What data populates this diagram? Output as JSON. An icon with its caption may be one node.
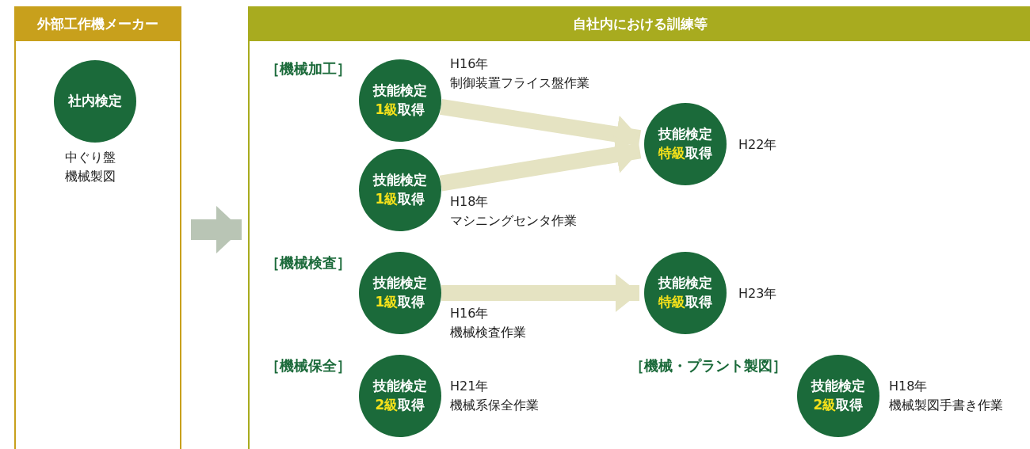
{
  "diagram": {
    "nodes": [
      {
        "text": [
          "外部工作機メーカー"
        ]
      },
      {
        "text": [
          "社内検定"
        ],
        "in": 0,
        "beside": [
          "中ぐり盤",
          "機械製図"
        ]
      },
      {
        "text": [
          "自社内における訓練等"
        ]
      },
      {
        "text": [
          "技能検定",
          "1級",
          "取得"
        ],
        "in": 2,
        "beside": [
          "H16年",
          "制御装置フライス盤作業"
        ]
      },
      {
        "text": [
          "技能検定",
          "1級",
          "取得"
        ],
        "in": 2,
        "beside": [
          "H18年",
          "マシニングセンタ作業"
        ]
      },
      {
        "text": [
          "技能検定",
          "特級",
          "取得"
        ],
        "in": 2,
        "beside": [
          "H22年"
        ]
      },
      {
        "text": [
          "技能検定",
          "1級",
          "取得"
        ],
        "in": 2,
        "beside": [
          "H16年",
          "機械検査作業"
        ]
      },
      {
        "text": [
          "技能検定",
          "特級",
          "取得"
        ],
        "in": 2,
        "beside": [
          "H23年"
        ]
      },
      {
        "text": [
          "技能検定",
          "2級",
          "取得"
        ],
        "in": 2,
        "beside": [
          "H21年",
          "機械系保全作業"
        ]
      },
      {
        "text": [
          "技能検定",
          "2級",
          "取得"
        ],
        "in": 2,
        "beside": [
          "H18年",
          "機械製図手書き作業"
        ]
      }
    ],
    "edges": [
      {
        "from": 0,
        "to": 2,
        "arrow": "to",
        "color": "#b9c5b5"
      },
      {
        "from": 3,
        "to": 5,
        "arrow": "to"
      },
      {
        "from": 4,
        "to": 5,
        "arrow": "to"
      },
      {
        "from": 6,
        "to": 7,
        "arrow": "to"
      }
    ],
    "labels": [
      "［機械加工］",
      "［機械検査］",
      "［機械保全］",
      "［機械・プラント製図］"
    ]
  }
}
